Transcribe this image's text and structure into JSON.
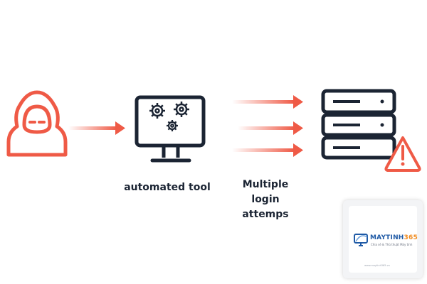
{
  "labels": {
    "tool": "automated tool",
    "multiple_lines": [
      "Multiple",
      "login",
      "attemps"
    ]
  },
  "watermark": {
    "brand_part1": "MAYTINH",
    "brand_part2": "365",
    "tagline": "Chia sẻ & Thủ thuật Máy tính",
    "url": "www.maytinh365.vn"
  },
  "colors": {
    "accent": "#ef5a46",
    "dark": "#1b2433",
    "brand_blue": "#1f5aa6",
    "brand_orange": "#f08a1d"
  },
  "icons": [
    "hacker-icon",
    "monitor-gears-icon",
    "server-icon",
    "warning-icon"
  ]
}
